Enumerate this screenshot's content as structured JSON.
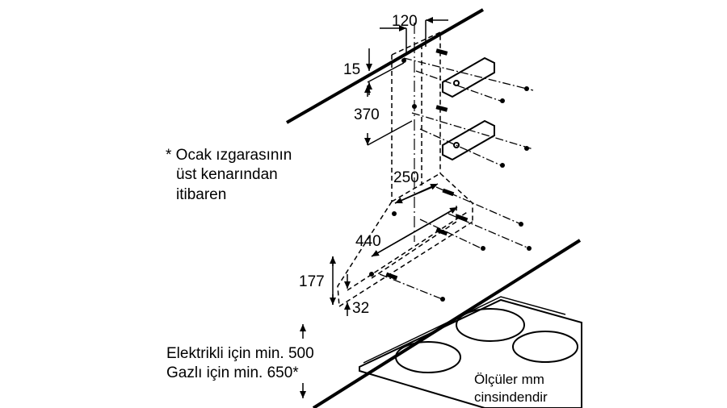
{
  "dimensions": {
    "top_width": "120",
    "top_offset": "15",
    "bracket_spacing": "370",
    "canopy_width": "250",
    "canopy_depth": "440",
    "canopy_height": "177",
    "bottom_offset": "32"
  },
  "note": {
    "line1": "* Ocak ızgarasının",
    "line2": "üst kenarından",
    "line3": "itibaren"
  },
  "min_distance": {
    "line1": "Elektrikli için min. 500",
    "line2": "Gazlı için min. 650*"
  },
  "units": {
    "line1": "Ölçüler mm",
    "line2": "cinsindendir"
  }
}
